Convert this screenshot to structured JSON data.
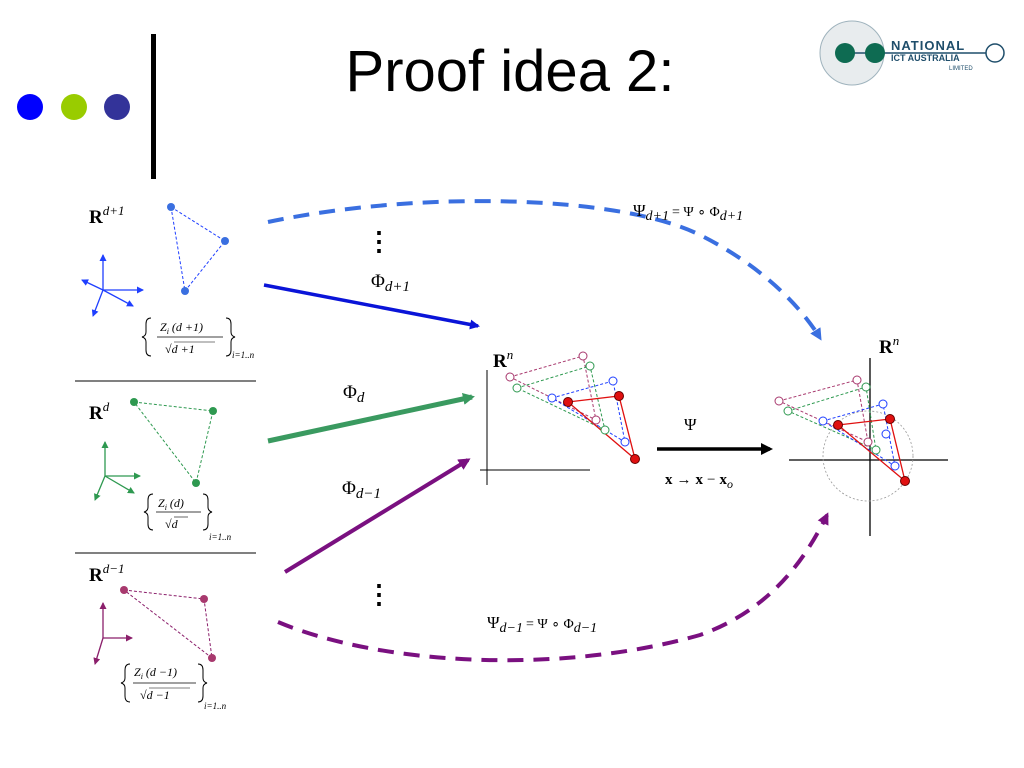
{
  "slide": {
    "title": "Proof idea 2:",
    "bullet_colors": [
      "#0000ff",
      "#99cc00",
      "#333399"
    ]
  },
  "logo": {
    "line1": "NATIONAL",
    "line2": "ICT AUSTRALIA",
    "line3": "LIMITED",
    "color": "#1f4e6b",
    "accent": "#0e6b52"
  },
  "diagram": {
    "panels": [
      {
        "space_base": "R",
        "space_sup": "d+1",
        "color": "#1f3fff",
        "formula_num_var": "Z",
        "formula_num_sub": "i",
        "formula_num_arg": "(d +1)",
        "formula_den": "d +1",
        "formula_index": "i=1..n"
      },
      {
        "space_base": "R",
        "space_sup": "d",
        "color": "#2e9950",
        "formula_num_var": "Z",
        "formula_num_sub": "i",
        "formula_num_arg": "(d)",
        "formula_den": "d",
        "formula_index": "i=1..n"
      },
      {
        "space_base": "R",
        "space_sup": "d−1",
        "color": "#8b1f6b",
        "formula_num_var": "Z",
        "formula_num_sub": "i",
        "formula_num_arg": "(d −1)",
        "formula_den": "d −1",
        "formula_index": "i=1..n"
      }
    ],
    "arrows": {
      "phi_top": {
        "base": "Φ",
        "sub": "d+1",
        "color": "#0a14d8"
      },
      "phi_mid": {
        "base": "Φ",
        "sub": "d",
        "color": "#3a9a60"
      },
      "phi_bot": {
        "base": "Φ",
        "sub": "d−1",
        "color": "#7a1080"
      },
      "psi": {
        "label": "Ψ",
        "map_x": "x",
        "map_arrow": "→",
        "map_x2": "x",
        "map_minus": "−",
        "map_x3": "x",
        "map_sub": "o"
      },
      "psi_top": {
        "lhs": "Ψ",
        "lhs_sub": "d+1",
        "eq": "= Ψ ∘ Φ",
        "rhs_sub": "d+1",
        "color": "#3a6fe0"
      },
      "psi_bot": {
        "lhs": "Ψ",
        "lhs_sub": "d−1",
        "eq": "= Ψ ∘ Φ",
        "rhs_sub": "d−1",
        "color": "#7a1080"
      }
    },
    "middle_space": {
      "base": "R",
      "sup": "n"
    },
    "right_space": {
      "base": "R",
      "sup": "n"
    },
    "ellipsis": "⋮"
  }
}
